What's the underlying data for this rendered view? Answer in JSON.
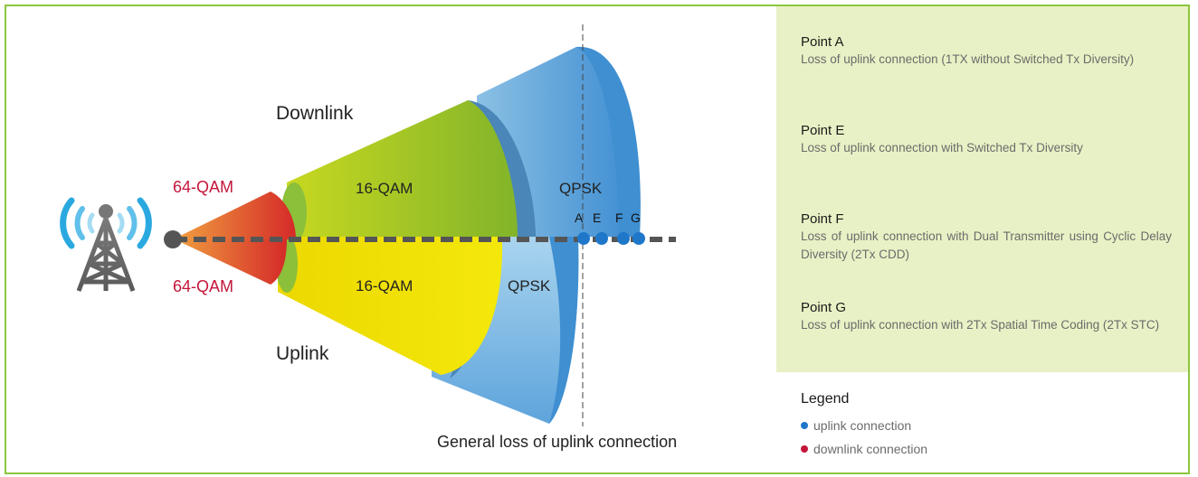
{
  "diagram": {
    "downlink_label": "Downlink",
    "uplink_label": "Uplink",
    "qam64_top": "64-QAM",
    "qam64_bottom": "64-QAM",
    "qam16_top": "16-QAM",
    "qam16_bottom": "16-QAM",
    "qpsk_top": "QPSK",
    "qpsk_bottom": "QPSK",
    "point_labels": [
      "A",
      "E",
      "F",
      "G"
    ],
    "loss_caption": "General loss of uplink connection"
  },
  "side_panel": {
    "points": [
      {
        "title": "Point A",
        "desc": "Loss of uplink connection (1TX without Switched Tx Diversity)"
      },
      {
        "title": "Point E",
        "desc": "Loss of uplink connection with Switched Tx Diversity"
      },
      {
        "title": "Point F",
        "desc": "Loss of uplink connection with Dual Transmitter using Cyclic Delay Diversity (2Tx CDD)"
      },
      {
        "title": "Point G",
        "desc": "Loss of uplink connection with 2Tx Spatial Time Coding (2Tx STC)"
      }
    ],
    "legend": {
      "title": "Legend",
      "items": [
        {
          "label": "uplink connection",
          "color": "#1f77c9"
        },
        {
          "label": "downlink connection",
          "color": "#c4163b"
        }
      ]
    }
  },
  "colors": {
    "frame_border": "#8cc63f",
    "panel_bg": "#e8f1c5",
    "point_blue": "#1f77c9",
    "qam64_red": "#c4163b"
  }
}
